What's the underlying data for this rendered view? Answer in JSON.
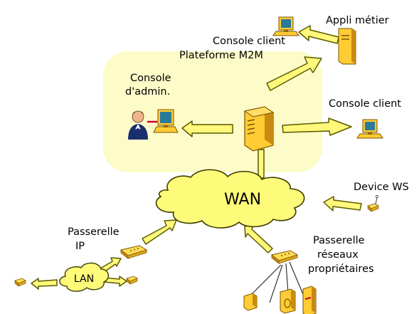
{
  "labels": {
    "appli_metier": "Appli métier",
    "console_client_top": "Console client",
    "plateforme_m2m": "Plateforme M2M",
    "console_admin_line1": "Console",
    "console_admin_line2": "d'admin.",
    "console_client_right": "Console client",
    "wan": "WAN",
    "device_ws": "Device WS",
    "passerelle_ip_line1": "Passerelle",
    "passerelle_ip_line2": "IP",
    "passerelle_reseaux_line1": "Passerelle",
    "passerelle_reseaux_line2": "réseaux",
    "passerelle_reseaux_line3": "propriétaires",
    "lan": "LAN"
  },
  "colors": {
    "platform_zone": "#fdfbc8",
    "arrow_fill": "#fff87a",
    "arrow_stroke": "#5a5a00",
    "cloud_fill": "#fffb7a",
    "device_fill": "#ffcc33",
    "device_dark": "#996600",
    "screen": "#2a7a9a",
    "person_dark": "#1a2f6e",
    "person_face": "#f0b48a",
    "link_red": "#cc0033"
  },
  "icons": [
    "computer-icon",
    "server-icon",
    "platform-server-icon",
    "admin-person-icon",
    "gateway-icon",
    "sensor-icon",
    "cloud-icon"
  ]
}
